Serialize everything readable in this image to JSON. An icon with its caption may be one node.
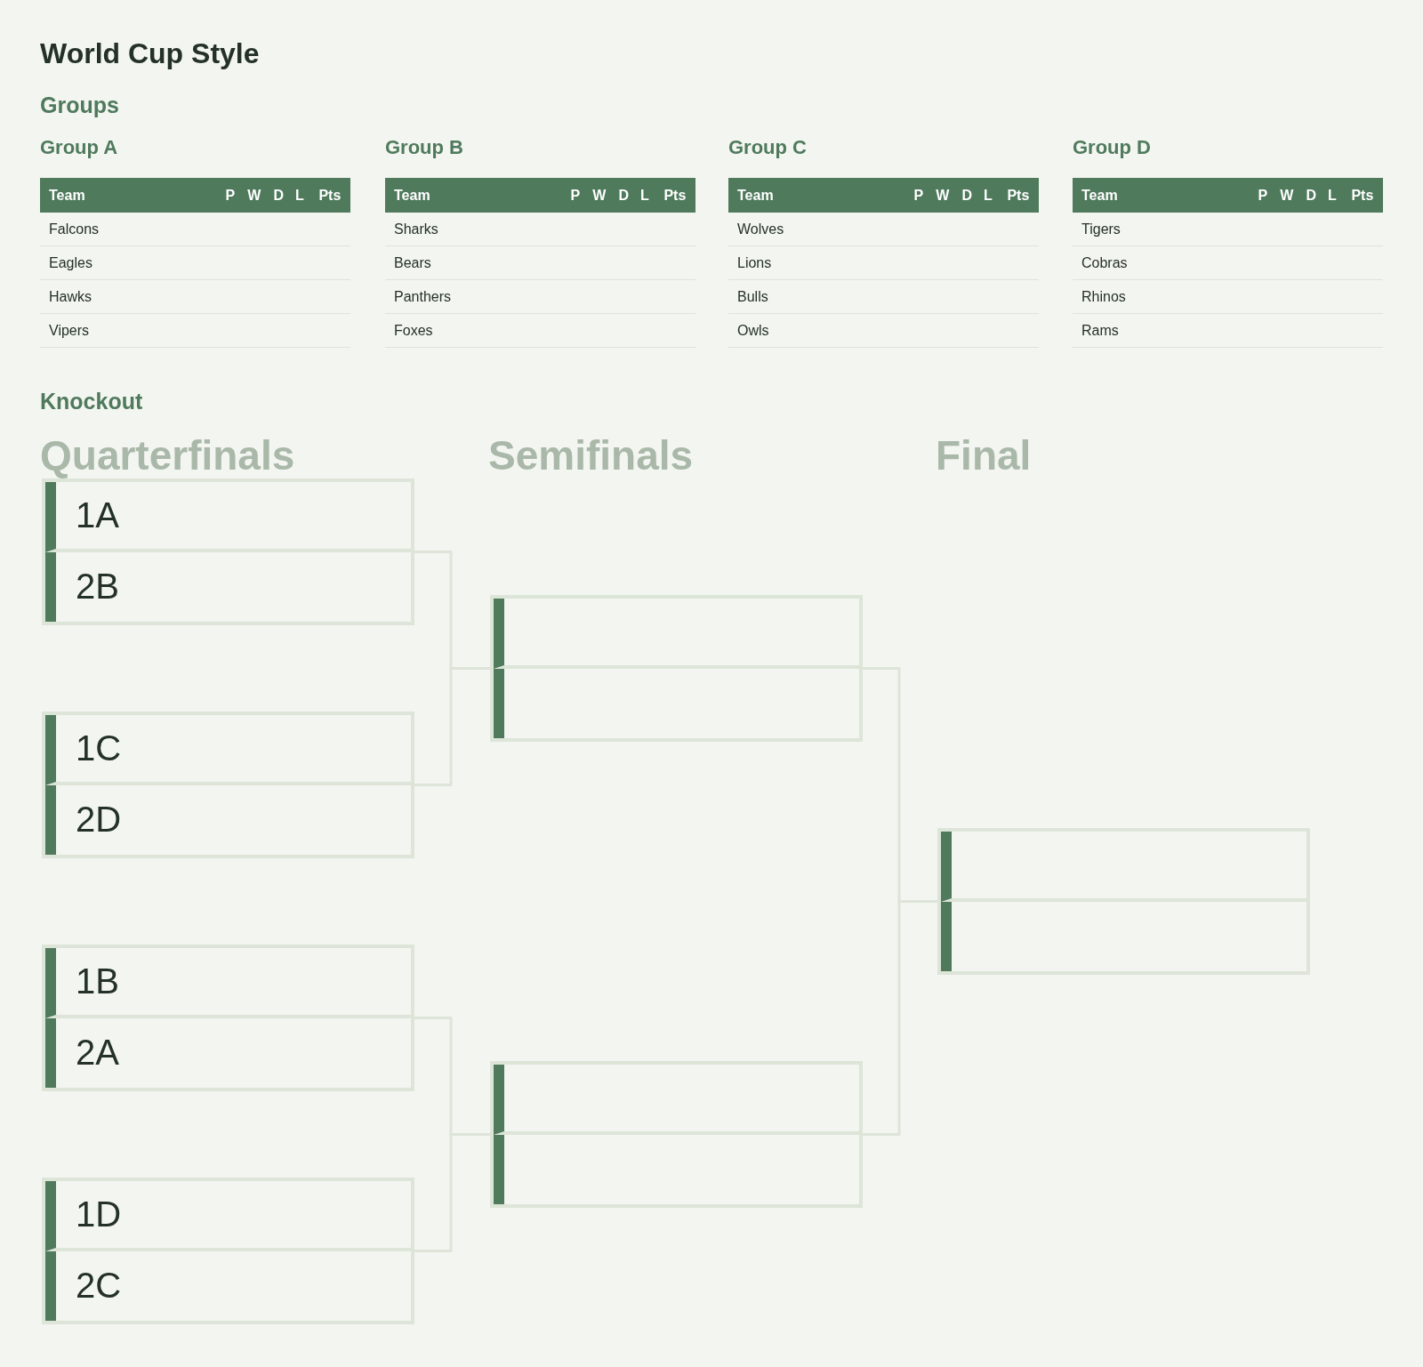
{
  "diagram": {
    "title": "World Cup Style",
    "nodes": [
      {
        "text": [],
        "shape": "box"
      },
      {
        "text": [
          "1A"
        ],
        "in": 0
      },
      {
        "text": [
          "2B"
        ],
        "in": 0
      },
      {
        "text": [],
        "shape": "box"
      },
      {
        "text": [
          "1C"
        ],
        "in": 3
      },
      {
        "text": [
          "2D"
        ],
        "in": 3
      },
      {
        "text": [],
        "shape": "box"
      },
      {
        "text": [
          "1B"
        ],
        "in": 6
      },
      {
        "text": [
          "2A"
        ],
        "in": 6
      },
      {
        "text": [],
        "shape": "box"
      },
      {
        "text": [
          "1D"
        ],
        "in": 9
      },
      {
        "text": [
          "2C"
        ],
        "in": 9
      },
      {
        "text": [],
        "shape": "box"
      },
      {
        "text": [],
        "shape": "box",
        "in": 12
      },
      {
        "text": [],
        "shape": "box",
        "in": 12
      },
      {
        "text": [],
        "shape": "box"
      },
      {
        "text": [],
        "shape": "box",
        "in": 15
      },
      {
        "text": [],
        "shape": "box",
        "in": 15
      },
      {
        "text": [],
        "shape": "box"
      },
      {
        "text": [],
        "shape": "box",
        "in": 18
      },
      {
        "text": [],
        "shape": "box",
        "in": 18
      }
    ],
    "edges": [
      {
        "from": 0,
        "to": 12,
        "arrow": "none"
      },
      {
        "from": 3,
        "to": 12,
        "arrow": "none"
      },
      {
        "from": 6,
        "to": 15,
        "arrow": "none"
      },
      {
        "from": 9,
        "to": 15,
        "arrow": "none"
      },
      {
        "from": 12,
        "to": 18,
        "arrow": "none"
      },
      {
        "from": 15,
        "to": 18,
        "arrow": "none"
      }
    ],
    "labels": [
      "Groups",
      "Group A",
      "Team",
      "P",
      "W",
      "D",
      "L",
      "Pts",
      "Falcons",
      "Eagles",
      "Hawks",
      "Vipers",
      "Group B",
      "Team",
      "P",
      "W",
      "D",
      "L",
      "Pts",
      "Sharks",
      "Bears",
      "Panthers",
      "Foxes",
      "Group C",
      "Team",
      "P",
      "W",
      "D",
      "L",
      "Pts",
      "Wolves",
      "Lions",
      "Bulls",
      "Owls",
      "Group D",
      "Team",
      "P",
      "W",
      "D",
      "L",
      "Pts",
      "Tigers",
      "Cobras",
      "Rhinos",
      "Rams",
      "Knockout",
      "Quarterfinals",
      "Semifinals",
      "Final"
    ]
  }
}
